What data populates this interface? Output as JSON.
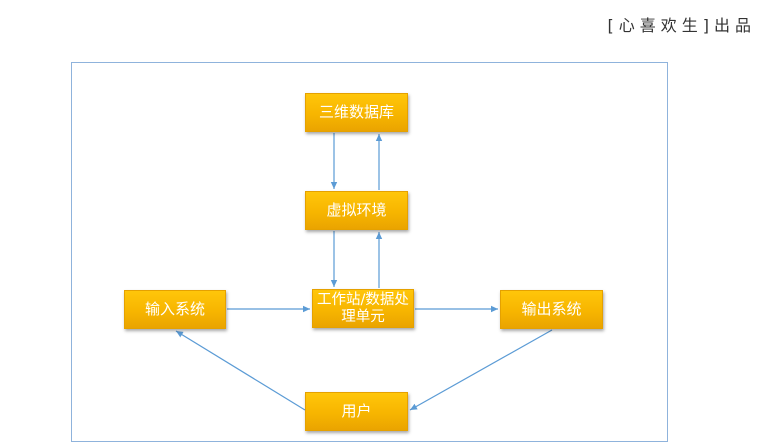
{
  "credit": "[心喜欢生]出品",
  "colors": {
    "node_fill": "#f7b500",
    "node_text": "#ffffff",
    "edge": "#5b9bd5",
    "frame": "#8fb3dc"
  },
  "nodes": {
    "database": "三维数据库",
    "virtual_env": "虚拟环境",
    "workstation": "工作站/数据处理单元",
    "input": "输入系统",
    "output": "输出系统",
    "user": "用户"
  },
  "edges": [
    {
      "from": "database",
      "to": "virtual_env"
    },
    {
      "from": "virtual_env",
      "to": "database"
    },
    {
      "from": "virtual_env",
      "to": "workstation"
    },
    {
      "from": "workstation",
      "to": "virtual_env"
    },
    {
      "from": "input",
      "to": "workstation"
    },
    {
      "from": "workstation",
      "to": "output"
    },
    {
      "from": "output",
      "to": "user"
    },
    {
      "from": "user",
      "to": "input"
    }
  ]
}
